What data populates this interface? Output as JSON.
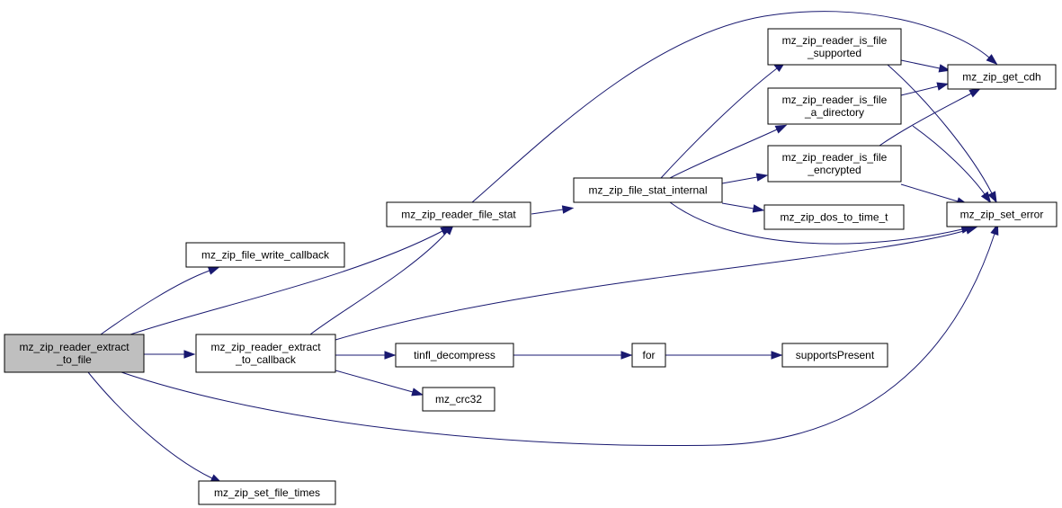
{
  "diagram": {
    "colors": {
      "node_fill": "#ffffff",
      "root_fill": "#bfbfbf",
      "border": "#000000",
      "edge": "#191970"
    },
    "nodes": [
      {
        "id": "root",
        "lines": [
          "mz_zip_reader_extract",
          "_to_file"
        ],
        "root": true
      },
      {
        "id": "write_cb",
        "lines": [
          "mz_zip_file_write_callback"
        ]
      },
      {
        "id": "reader_stat",
        "lines": [
          "mz_zip_reader_file_stat"
        ]
      },
      {
        "id": "extract_cb",
        "lines": [
          "mz_zip_reader_extract",
          "_to_callback"
        ]
      },
      {
        "id": "set_times",
        "lines": [
          "mz_zip_set_file_times"
        ]
      },
      {
        "id": "stat_internal",
        "lines": [
          "mz_zip_file_stat_internal"
        ]
      },
      {
        "id": "is_supported",
        "lines": [
          "mz_zip_reader_is_file",
          "_supported"
        ]
      },
      {
        "id": "is_dir",
        "lines": [
          "mz_zip_reader_is_file",
          "_a_directory"
        ]
      },
      {
        "id": "is_enc",
        "lines": [
          "mz_zip_reader_is_file",
          "_encrypted"
        ]
      },
      {
        "id": "dos_time",
        "lines": [
          "mz_zip_dos_to_time_t"
        ]
      },
      {
        "id": "get_cdh",
        "lines": [
          "mz_zip_get_cdh"
        ]
      },
      {
        "id": "set_error",
        "lines": [
          "mz_zip_set_error"
        ]
      },
      {
        "id": "tinfl",
        "lines": [
          "tinfl_decompress"
        ]
      },
      {
        "id": "crc32",
        "lines": [
          "mz_crc32"
        ]
      },
      {
        "id": "for",
        "lines": [
          "for"
        ]
      },
      {
        "id": "supports",
        "lines": [
          "supportsPresent"
        ]
      }
    ],
    "edges": [
      {
        "from": "root",
        "to": "write_cb"
      },
      {
        "from": "root",
        "to": "reader_stat"
      },
      {
        "from": "root",
        "to": "extract_cb"
      },
      {
        "from": "root",
        "to": "set_error"
      },
      {
        "from": "root",
        "to": "set_times"
      },
      {
        "from": "reader_stat",
        "to": "get_cdh"
      },
      {
        "from": "reader_stat",
        "to": "stat_internal"
      },
      {
        "from": "stat_internal",
        "to": "is_supported"
      },
      {
        "from": "stat_internal",
        "to": "is_dir"
      },
      {
        "from": "stat_internal",
        "to": "is_enc"
      },
      {
        "from": "stat_internal",
        "to": "dos_time"
      },
      {
        "from": "stat_internal",
        "to": "set_error"
      },
      {
        "from": "is_supported",
        "to": "get_cdh"
      },
      {
        "from": "is_supported",
        "to": "set_error"
      },
      {
        "from": "is_dir",
        "to": "get_cdh"
      },
      {
        "from": "is_dir",
        "to": "set_error"
      },
      {
        "from": "is_enc",
        "to": "get_cdh"
      },
      {
        "from": "is_enc",
        "to": "set_error"
      },
      {
        "from": "extract_cb",
        "to": "reader_stat"
      },
      {
        "from": "extract_cb",
        "to": "set_error"
      },
      {
        "from": "extract_cb",
        "to": "tinfl"
      },
      {
        "from": "extract_cb",
        "to": "crc32"
      },
      {
        "from": "tinfl",
        "to": "for"
      },
      {
        "from": "for",
        "to": "supports"
      }
    ]
  }
}
